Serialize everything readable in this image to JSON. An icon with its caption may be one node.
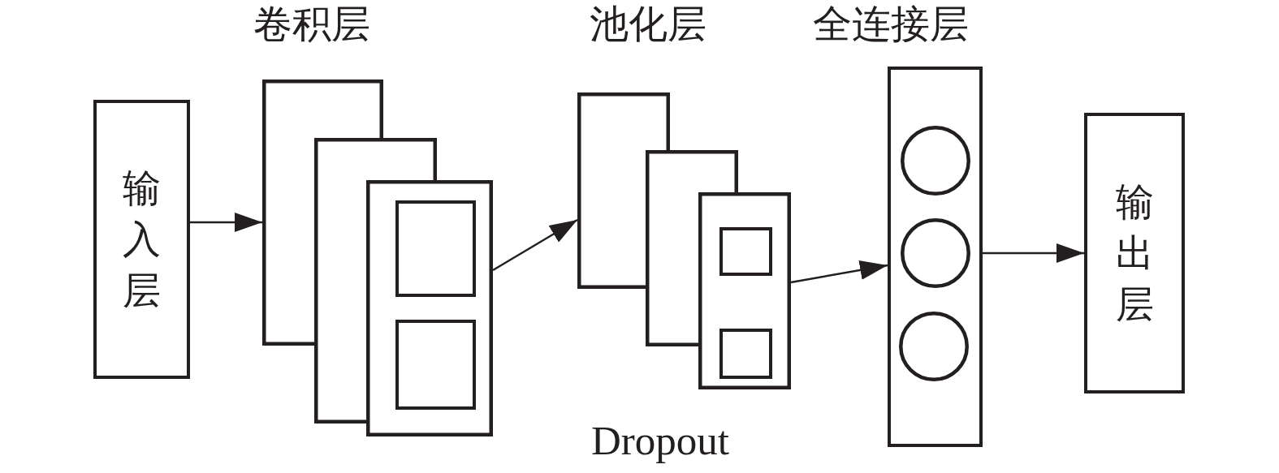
{
  "diagram": {
    "nodes": [
      {
        "text": [
          "输入层"
        ]
      },
      {
        "text": [
          "卷积层"
        ]
      },
      {
        "text": [],
        "shape": "box",
        "in": 1
      },
      {
        "text": [],
        "shape": "box",
        "in": 1
      },
      {
        "text": [
          "池化层"
        ]
      },
      {
        "text": [],
        "shape": "box",
        "in": 4
      },
      {
        "text": [],
        "shape": "box",
        "in": 4
      },
      {
        "text": [
          "全连接层"
        ]
      },
      {
        "text": [],
        "shape": "circle",
        "in": 7
      },
      {
        "text": [],
        "shape": "circle",
        "in": 7
      },
      {
        "text": [],
        "shape": "circle",
        "in": 7
      },
      {
        "text": [
          "输出层"
        ]
      }
    ],
    "edges": [
      {
        "from": 0,
        "to": 1,
        "arrow": "to"
      },
      {
        "from": 1,
        "to": 4,
        "arrow": "to"
      },
      {
        "from": 4,
        "to": 7,
        "arrow": "to"
      },
      {
        "from": 7,
        "to": 11,
        "arrow": "to"
      }
    ],
    "labels": [
      "Dropout"
    ]
  }
}
